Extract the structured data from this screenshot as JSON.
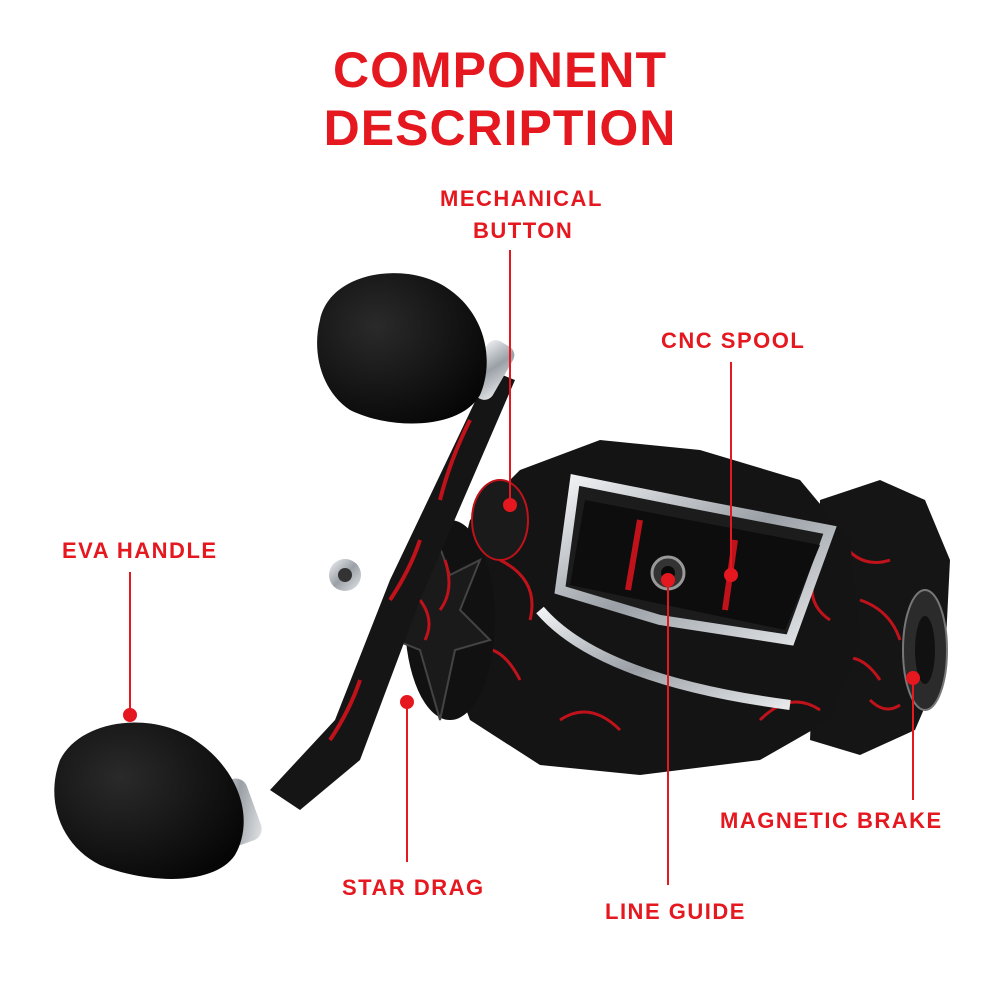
{
  "title": {
    "line1": "COMPONENT",
    "line2": "DESCRIPTION"
  },
  "labels": {
    "mechanical_button_1": "MECHANICAL",
    "mechanical_button_2": "BUTTON",
    "cnc_spool": "CNC SPOOL",
    "eva_handle": "EVA HANDLE",
    "magnetic_brake": "MAGNETIC BRAKE",
    "star_drag": "STAR DRAG",
    "line_guide": "LINE GUIDE"
  },
  "colors": {
    "accent": "#e5171f",
    "reel_body": "#141414",
    "reel_pattern": "#c0121a",
    "chrome": "#c9cdd2"
  }
}
